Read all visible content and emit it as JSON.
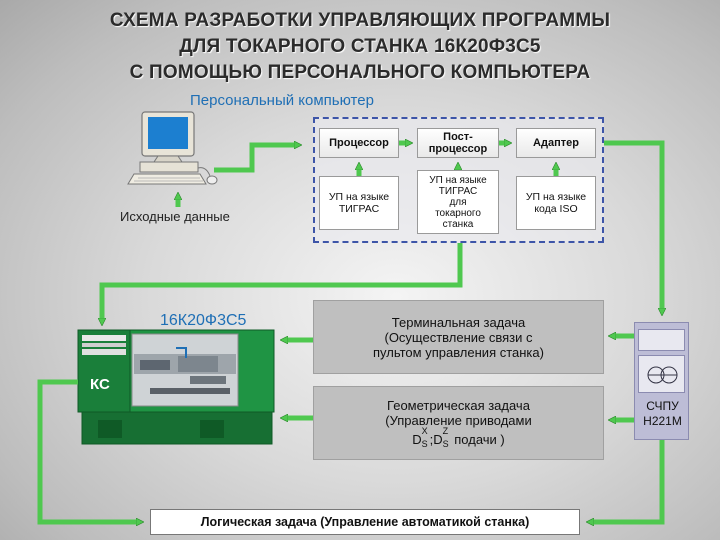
{
  "title": {
    "line1": "СХЕМА РАЗРАБОТКИ УПРАВЛЯЮЩИХ ПРОГРАММЫ",
    "line2": "ДЛЯ ТОКАРНОГО СТАНКА 16К20Ф3С5",
    "line3": "С ПОМОЩЬЮ ПЕРСОНАЛЬНОГО КОМПЬЮТЕРА"
  },
  "pc_label": "Персональный компьютер",
  "source_data_label": "Исходные данные",
  "pc_boxes": {
    "processor": "Процессор",
    "postprocessor_line1": "Пост-",
    "postprocessor_line2": "процессор",
    "adapter": "Адаптер",
    "up_tigras_line1": "УП на языке",
    "up_tigras_line2": "ТИГРАС",
    "up_lathe_line1": "УП на языке",
    "up_lathe_line2": "ТИГРАС",
    "up_lathe_line3": "для",
    "up_lathe_line4": "токарного",
    "up_lathe_line5": "станка",
    "up_iso_line1": "УП на языке",
    "up_iso_line2": "кода ISO"
  },
  "machine": {
    "model_label": "16К20Ф3С5",
    "ks_label": "КС"
  },
  "tasks": {
    "terminal_line1": "Терминальная задача",
    "terminal_line2": "(Осуществление связи с",
    "terminal_line3": "пультом управления станка)",
    "geometric_line1": "Геометрическая задача",
    "geometric_line2": "(Управление приводами",
    "geometric_d1": "D",
    "geometric_d1_sup": "X",
    "geometric_d1_sub": "S",
    "geometric_sep": ";",
    "geometric_d2": "D",
    "geometric_d2_sup": "Z",
    "geometric_d2_sub": "S",
    "geometric_tail": " подачи )",
    "logic": "Логическая задача (Управление автоматикой станка)"
  },
  "chpu": {
    "line1": "СЧПУ",
    "line2": "Н221М"
  },
  "colors": {
    "arrow_green": "#4fc84f",
    "dashed_blue": "#3d55a8",
    "label_blue": "#1f6fb5",
    "machine_green": "#1a8a3a"
  }
}
